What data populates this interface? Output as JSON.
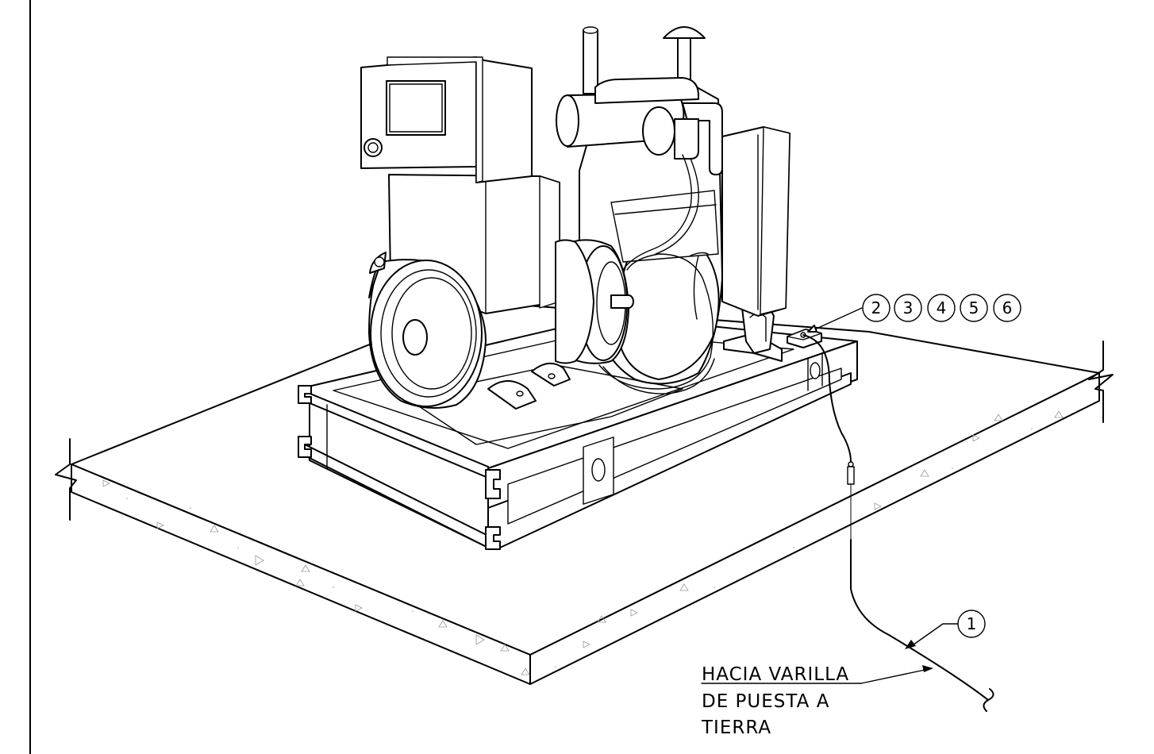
{
  "callouts": {
    "bubble_1": "2",
    "bubble_2": "3",
    "bubble_3": "4",
    "bubble_4": "5",
    "bubble_5": "6",
    "bubble_ground": "1"
  },
  "note": {
    "line1": "HACIA VARILLA",
    "line2": "DE PUESTA A",
    "line3": "TIERRA"
  }
}
